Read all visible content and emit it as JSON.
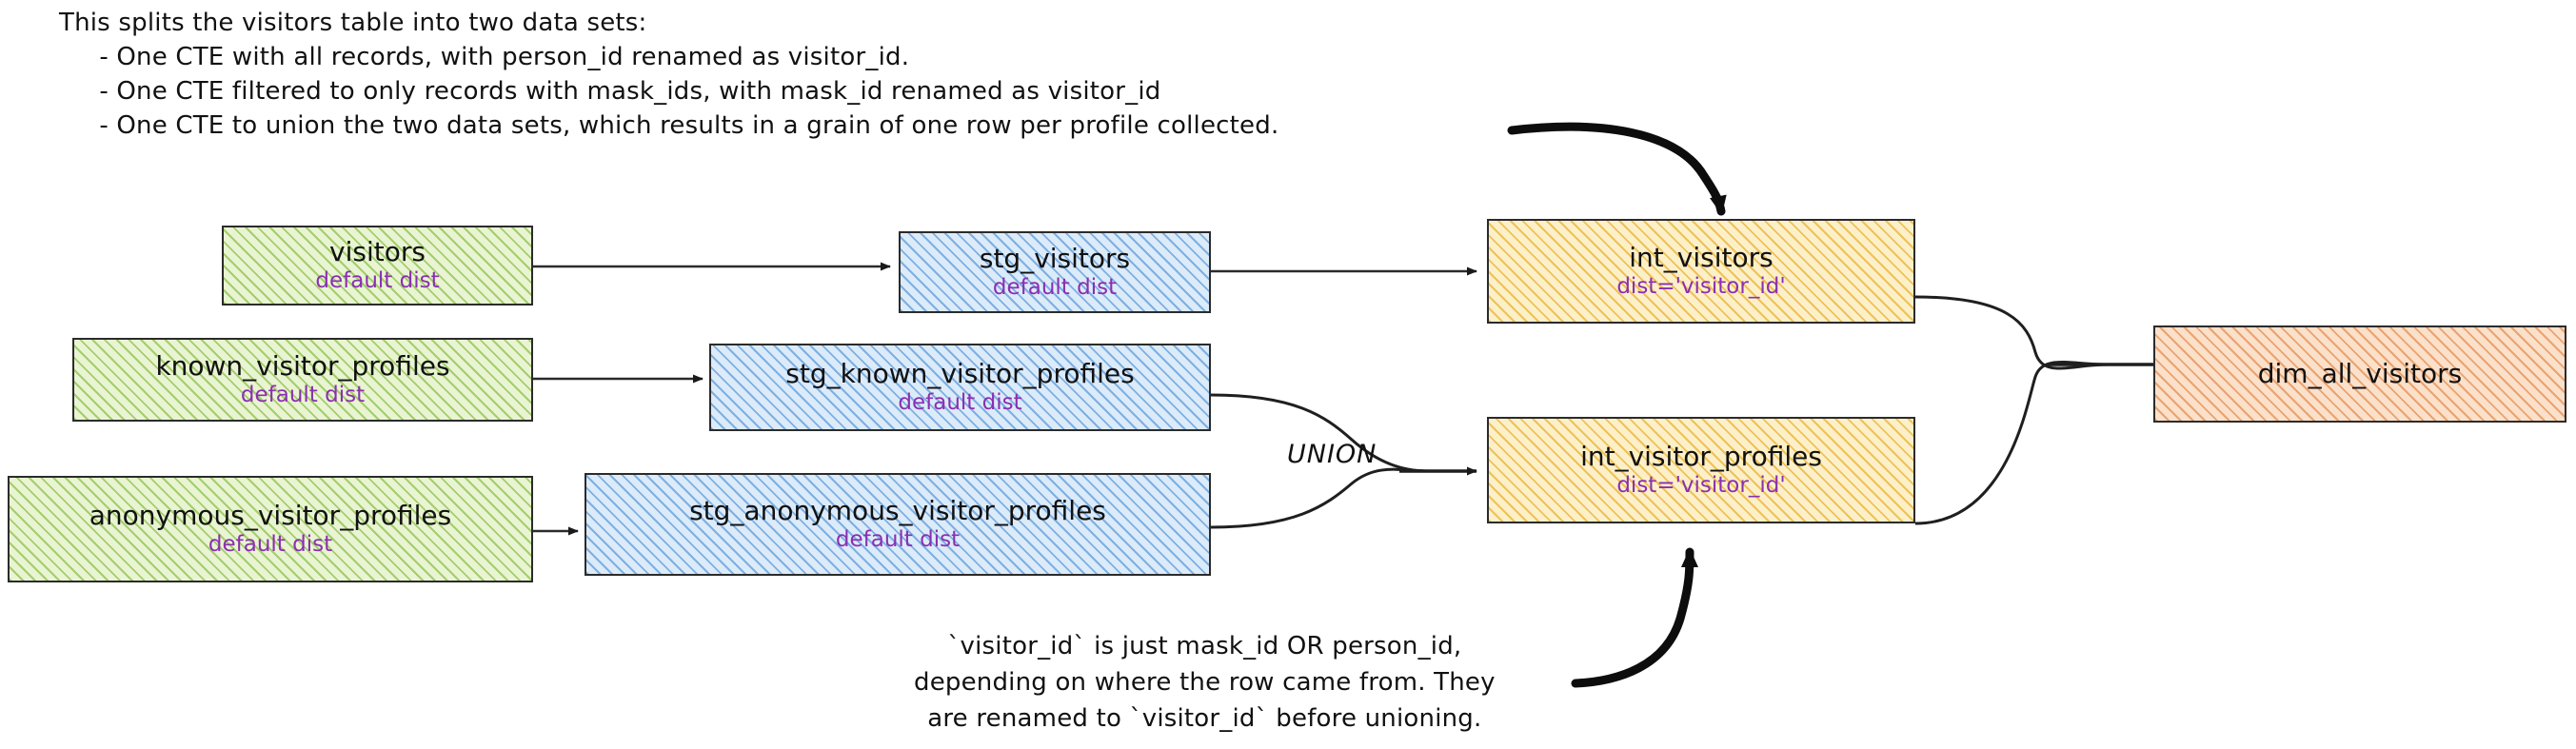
{
  "header_note": "This splits the visitors table into two data sets:\n     - One CTE with all records, with person_id renamed as visitor_id.\n     - One CTE filtered to only records with mask_ids, with mask_id renamed as visitor_id\n     - One CTE to union the two data sets, which results in a grain of one row per profile collected.",
  "bottom_note": "`visitor_id` is just mask_id OR person_id,\ndepending on where the row came from. They\nare renamed to `visitor_id` before unioning.",
  "union_label": "UNION",
  "colors": {
    "source_fill": "#e9f4d3",
    "source_hatch": "#8cc14a",
    "staging_fill": "#dcebfa",
    "staging_hatch": "#5e9cd9",
    "intermediate_fill": "#fdf0c9",
    "intermediate_hatch": "#e8b232",
    "mart_fill": "#fbe0ca",
    "mart_hatch": "#e2894a",
    "dist_text": "#8b2fb0",
    "stroke": "#2b2b2b"
  },
  "nodes": [
    {
      "id": "visitors",
      "title": "visitors",
      "sub": "default dist",
      "layer": "source"
    },
    {
      "id": "known_visitor_profiles",
      "title": "known_visitor_profiles",
      "sub": "default dist",
      "layer": "source"
    },
    {
      "id": "anonymous_visitor_profiles",
      "title": "anonymous_visitor_profiles",
      "sub": "default dist",
      "layer": "source"
    },
    {
      "id": "stg_visitors",
      "title": "stg_visitors",
      "sub": "default dist",
      "layer": "staging"
    },
    {
      "id": "stg_known_visitor_profiles",
      "title": "stg_known_visitor_profiles",
      "sub": "default dist",
      "layer": "staging"
    },
    {
      "id": "stg_anonymous_visitor_profiles",
      "title": "stg_anonymous_visitor_profiles",
      "sub": "default dist",
      "layer": "staging"
    },
    {
      "id": "int_visitors",
      "title": "int_visitors",
      "sub": "dist='visitor_id'",
      "layer": "intermediate"
    },
    {
      "id": "int_visitor_profiles",
      "title": "int_visitor_profiles",
      "sub": "dist='visitor_id'",
      "layer": "intermediate"
    },
    {
      "id": "dim_all_visitors",
      "title": "dim_all_visitors",
      "sub": "",
      "layer": "mart"
    }
  ]
}
